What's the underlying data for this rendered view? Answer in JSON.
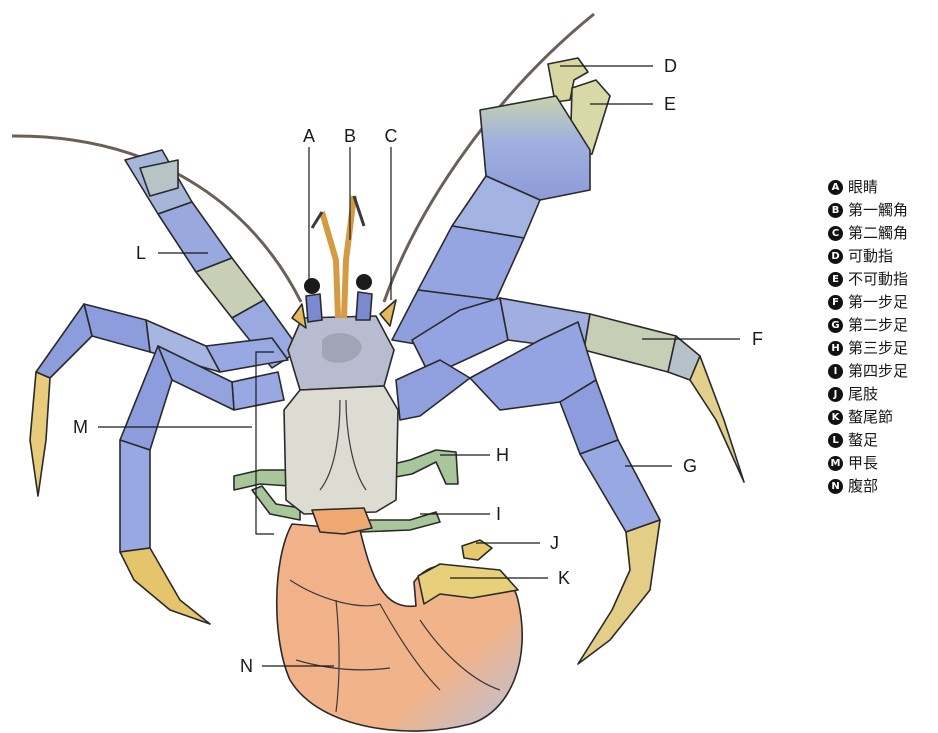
{
  "callouts": [
    {
      "letter": "A"
    },
    {
      "letter": "B"
    },
    {
      "letter": "C"
    },
    {
      "letter": "D"
    },
    {
      "letter": "E"
    },
    {
      "letter": "F"
    },
    {
      "letter": "G"
    },
    {
      "letter": "H"
    },
    {
      "letter": "I"
    },
    {
      "letter": "J"
    },
    {
      "letter": "K"
    },
    {
      "letter": "L"
    },
    {
      "letter": "M"
    },
    {
      "letter": "N"
    }
  ],
  "legend": [
    {
      "badge": "A",
      "text": "眼睛"
    },
    {
      "badge": "B",
      "text": "第一觸角"
    },
    {
      "badge": "C",
      "text": "第二觸角"
    },
    {
      "badge": "D",
      "text": "可動指"
    },
    {
      "badge": "E",
      "text": "不可動指"
    },
    {
      "badge": "F",
      "text": "第一步足"
    },
    {
      "badge": "G",
      "text": "第二步足"
    },
    {
      "badge": "H",
      "text": "第三步足"
    },
    {
      "badge": "I",
      "text": "第四步足"
    },
    {
      "badge": "J",
      "text": "尾肢"
    },
    {
      "badge": "K",
      "text": "螯尾節"
    },
    {
      "badge": "L",
      "text": "螯足"
    },
    {
      "badge": "M",
      "text": "甲長"
    },
    {
      "badge": "N",
      "text": "腹部"
    }
  ],
  "colors": {
    "leg_blue": "#8f9fdc",
    "leg_pale": "#c3cfa9",
    "tip_yellow": "#e6c86d",
    "carapace_gray": "#b3b8ce",
    "carapace_pale": "#dcdcd3",
    "walking_leg_green": "#9cc28c",
    "abdomen_orange": "#f3b087",
    "telson_yellow": "#e8d07a"
  }
}
